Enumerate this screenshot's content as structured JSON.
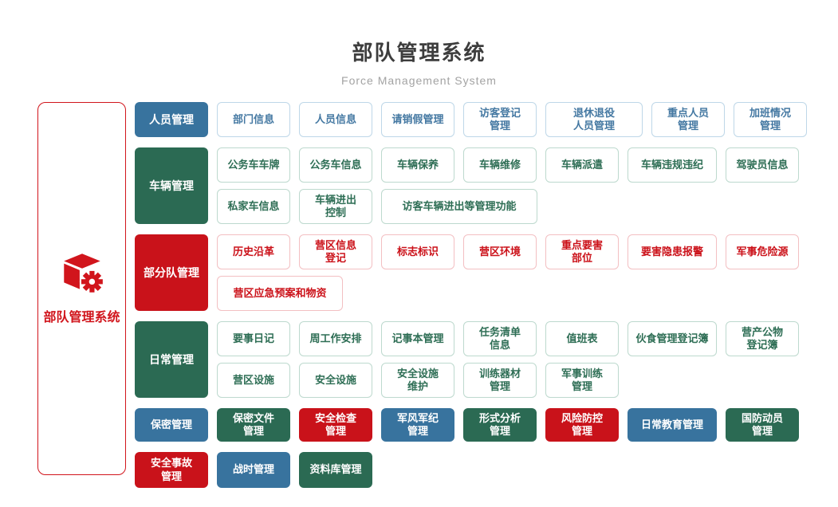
{
  "header": {
    "title": "部队管理系统",
    "subtitle": "Force Management System"
  },
  "sidebar": {
    "label": "部队管理系统",
    "icon": "cube-gear-icon",
    "accent_color": "#d1151c"
  },
  "palette": {
    "blue": "#38739e",
    "green": "#2b6a53",
    "red": "#c9121a"
  },
  "sections": [
    {
      "label": "人员管理",
      "color": "blue",
      "rows": [
        [
          {
            "text": "部门信息"
          },
          {
            "text": "人员信息"
          },
          {
            "text": "请销假管理"
          },
          {
            "text": "访客登记\n管理"
          },
          {
            "text": "退休退役\n人员管理",
            "w": 122
          },
          {
            "text": "重点人员\n管理"
          },
          {
            "text": "加班情况\n管理"
          }
        ]
      ]
    },
    {
      "label": "车辆管理",
      "color": "green",
      "rows": [
        [
          {
            "text": "公务车车牌"
          },
          {
            "text": "公务车信息"
          },
          {
            "text": "车辆保养"
          },
          {
            "text": "车辆维修"
          },
          {
            "text": "车辆派遣"
          },
          {
            "text": "车辆违规违纪",
            "w": 112
          },
          {
            "text": "驾驶员信息"
          }
        ],
        [
          {
            "text": "私家车信息"
          },
          {
            "text": "车辆进出\n控制"
          },
          {
            "text": "访客车辆进出等管理功能",
            "w": 196
          }
        ]
      ]
    },
    {
      "label": "部分队管理",
      "color": "red",
      "rows": [
        [
          {
            "text": "历史沿革"
          },
          {
            "text": "营区信息\n登记"
          },
          {
            "text": "标志标识"
          },
          {
            "text": "营区环境"
          },
          {
            "text": "重点要害\n部位"
          },
          {
            "text": "要害隐患报警",
            "w": 112
          },
          {
            "text": "军事危险源"
          }
        ],
        [
          {
            "text": "营区应急预案和物资",
            "w": 158
          }
        ]
      ]
    },
    {
      "label": "日常管理",
      "color": "green",
      "rows": [
        [
          {
            "text": "要事日记"
          },
          {
            "text": "周工作安排"
          },
          {
            "text": "记事本管理"
          },
          {
            "text": "任务清单\n信息"
          },
          {
            "text": "值班表"
          },
          {
            "text": "伙食管理登记簿",
            "w": 112
          },
          {
            "text": "营产公物\n登记簿"
          }
        ],
        [
          {
            "text": "营区设施"
          },
          {
            "text": "安全设施"
          },
          {
            "text": "安全设施\n维护"
          },
          {
            "text": "训练器材\n管理"
          },
          {
            "text": "军事训练\n管理"
          }
        ]
      ]
    }
  ],
  "bottom_rows": [
    [
      {
        "text": "保密管理",
        "color": "blue"
      },
      {
        "text": "保密文件\n管理",
        "color": "green"
      },
      {
        "text": "安全检查\n管理",
        "color": "red"
      },
      {
        "text": "军风军纪\n管理",
        "color": "blue"
      },
      {
        "text": "形式分析\n管理",
        "color": "green"
      },
      {
        "text": "风险防控\n管理",
        "color": "red"
      },
      {
        "text": "日常教育管理",
        "color": "blue",
        "w": 112
      },
      {
        "text": "国防动员\n管理",
        "color": "green"
      }
    ],
    [
      {
        "text": "安全事故\n管理",
        "color": "red"
      },
      {
        "text": "战时管理",
        "color": "blue"
      },
      {
        "text": "资料库管理",
        "color": "green"
      }
    ]
  ]
}
